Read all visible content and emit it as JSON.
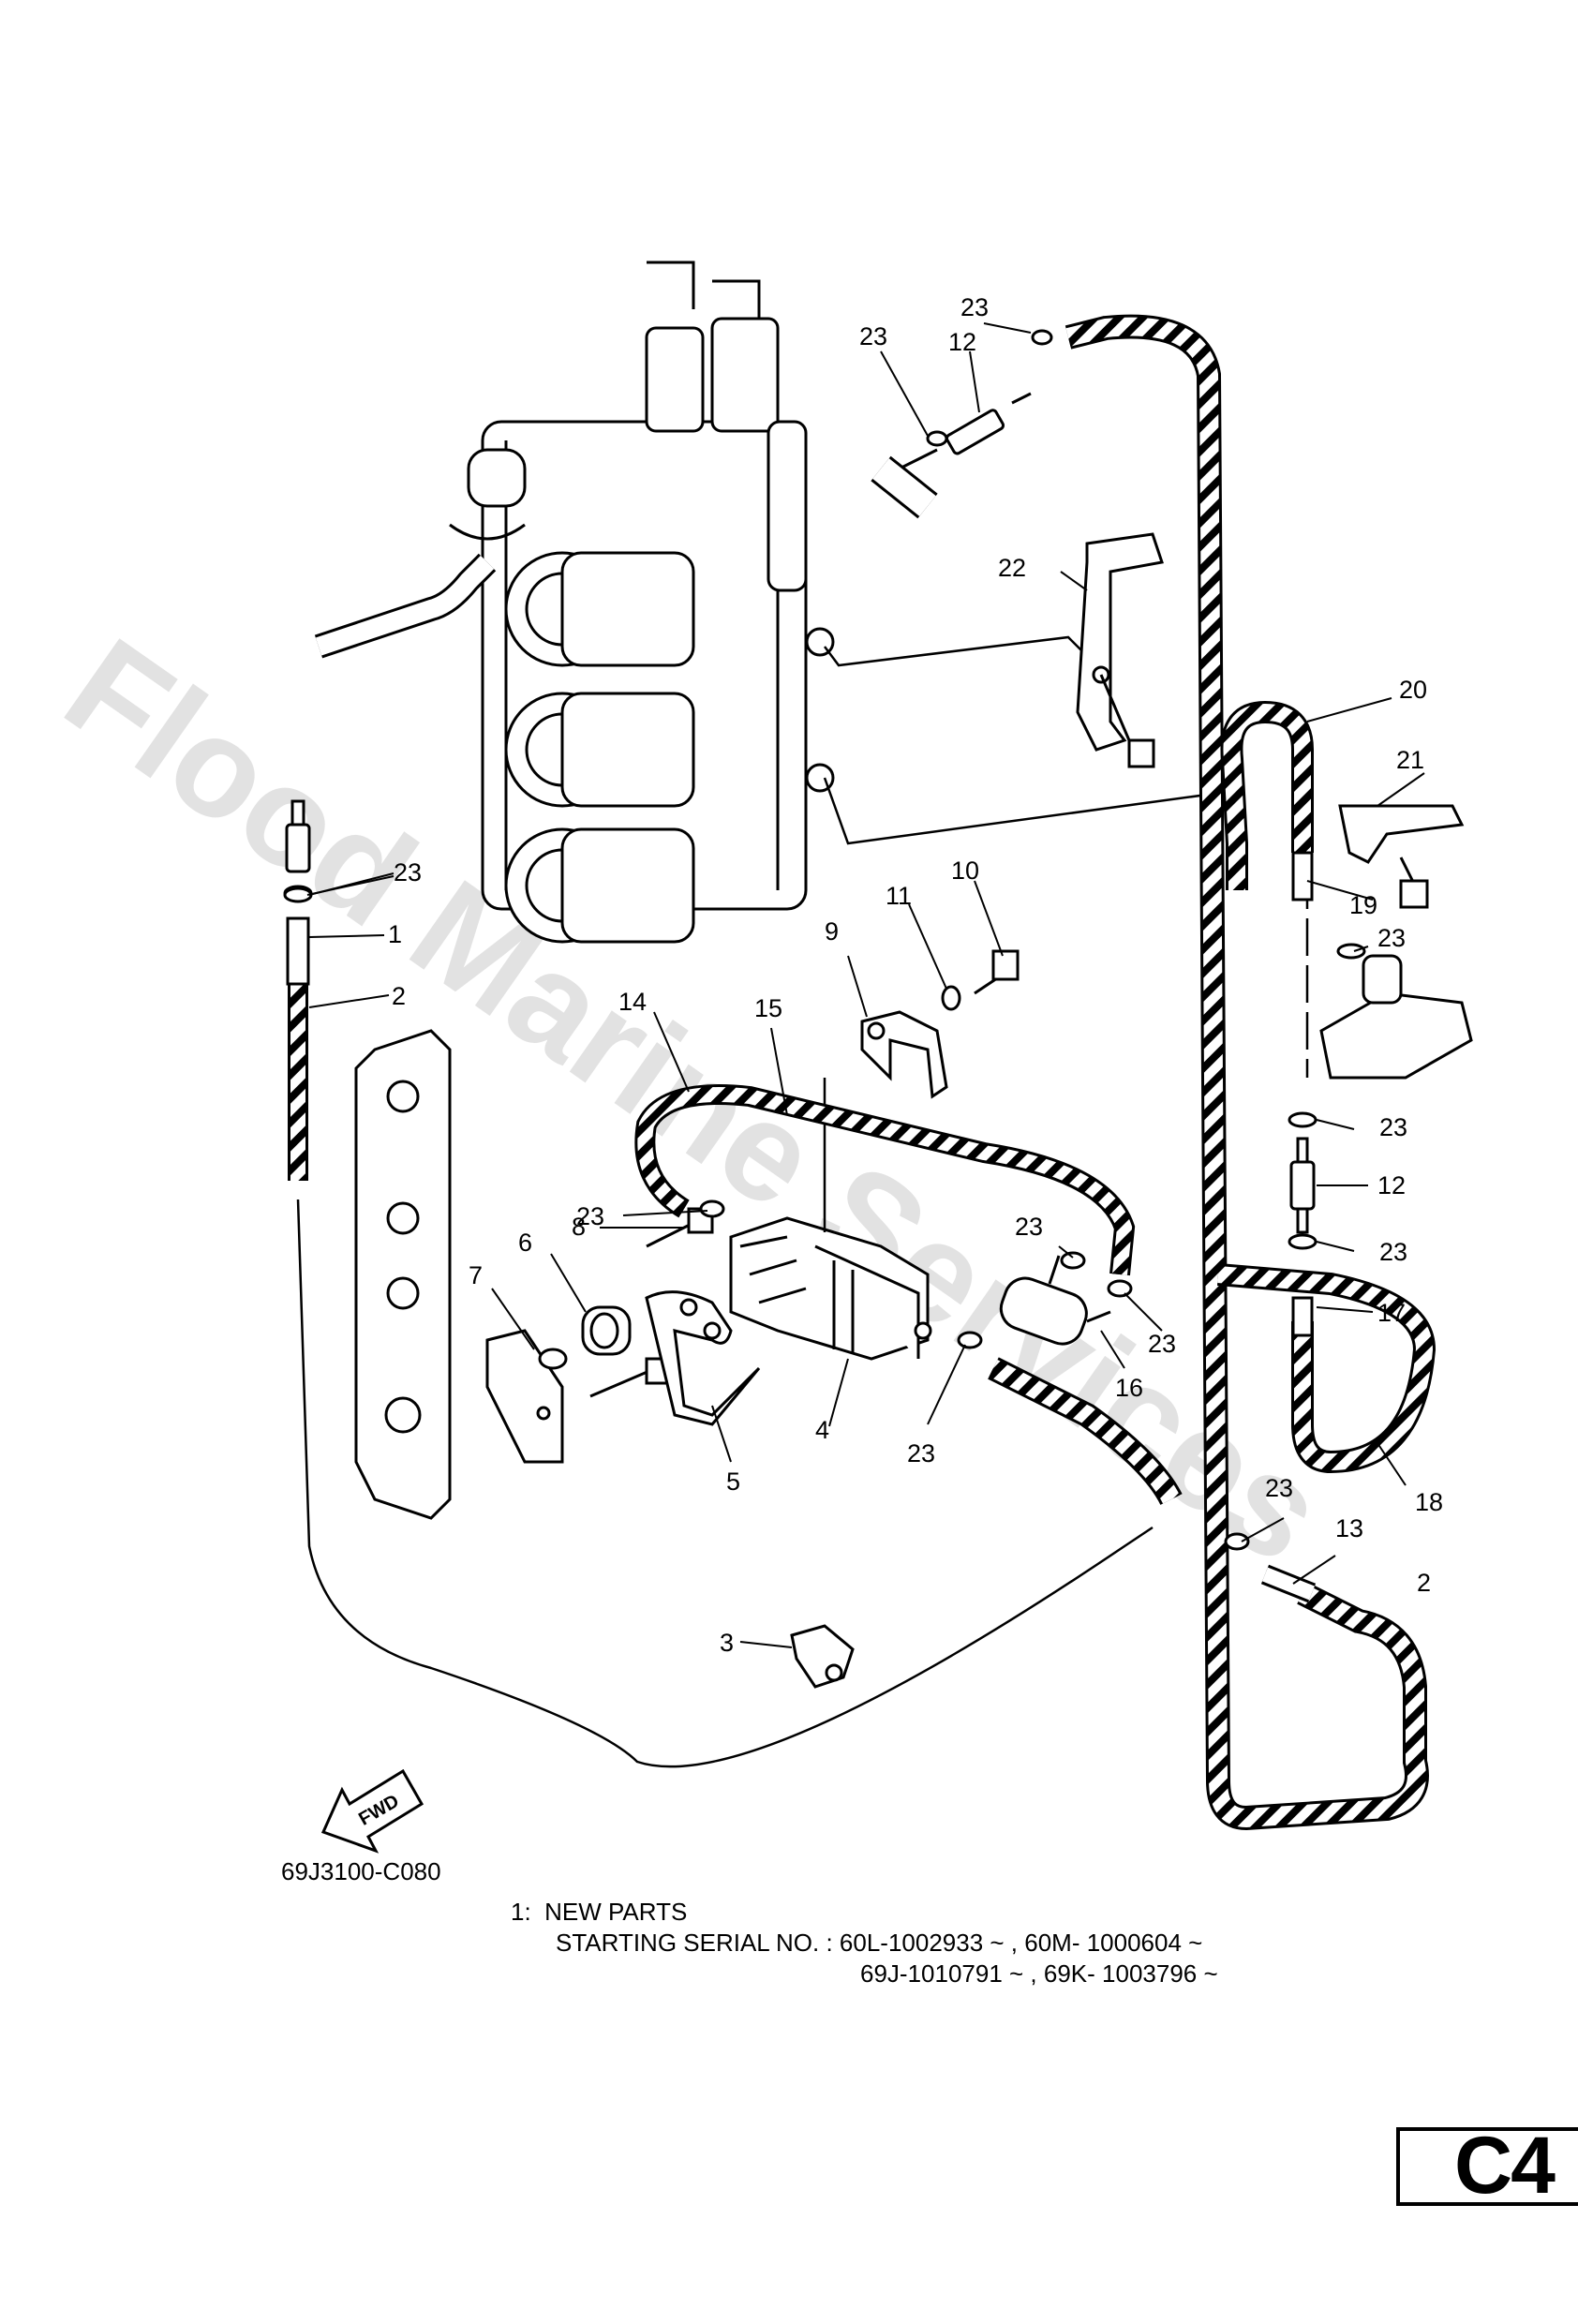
{
  "watermark": "Flood Marine Services",
  "diagram_code": "69J3100-C080",
  "page_code": "C4",
  "callouts": [
    "1",
    "2",
    "2",
    "3",
    "4",
    "5",
    "6",
    "7",
    "8",
    "9",
    "10",
    "11",
    "12",
    "12",
    "13",
    "14",
    "15",
    "16",
    "17",
    "18",
    "19",
    "20",
    "21",
    "22",
    "23",
    "23",
    "23",
    "23",
    "23",
    "23",
    "23",
    "23",
    "23",
    "23",
    "23"
  ],
  "notes": {
    "number": "1:",
    "title": "NEW PARTS",
    "serial_line_1": "STARTING SERIAL NO. : 60L-1002933 ~ , 60M- 1000604 ~",
    "serial_line_2": "69J-1010791 ~ , 69K- 1003796 ~"
  },
  "fwd_label": "FWD"
}
